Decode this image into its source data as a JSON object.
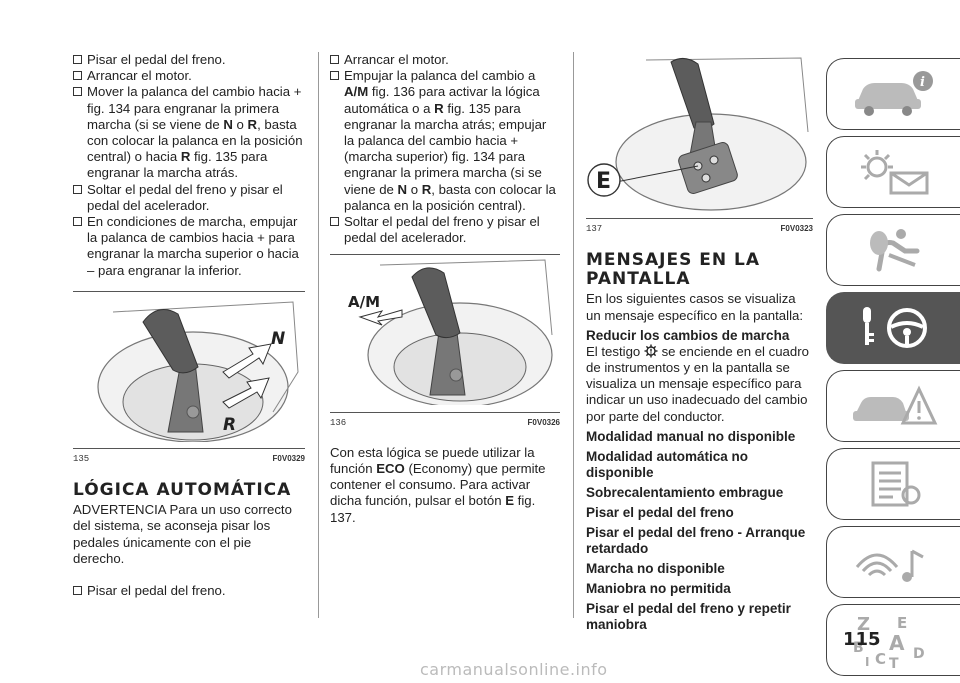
{
  "col1": {
    "steps_top": [
      "Pisar el pedal del freno.",
      "Arrancar el motor."
    ],
    "step3_a": "Mover la palanca del cambio hacia + fig. 134 para engranar la primera marcha (si se viene de ",
    "step3_n": "N",
    "step3_o": " o ",
    "step3_r": "R",
    "step3_b": ", basta con colocar la palanca en la posición central) o hacia ",
    "step3_r2": "R",
    "step3_c": " fig. 135 para engranar la marcha atrás.",
    "step4": "Soltar el pedal del freno y pisar el pedal del acelerador.",
    "step5": "En condiciones de marcha, empujar la palanca de cambios hacia + para engranar la marcha superior o hacia – para engranar la inferior.",
    "fig_num": "135",
    "fig_code": "F0V0329",
    "fig_label_n": "N",
    "fig_label_r": "R",
    "heading": "LÓGICA AUTOMÁTICA",
    "para": "ADVERTENCIA Para un uso correcto del sistema, se aconseja pisar los pedales únicamente con el pie derecho.",
    "step_last": "Pisar el pedal del freno."
  },
  "col2": {
    "step1": "Arrancar el motor.",
    "step2_a": "Empujar la palanca del cambio a ",
    "step2_am": "A/M",
    "step2_b": " fig. 136 para activar la lógica automática o a ",
    "step2_r": "R",
    "step2_c": " fig. 135 para engranar la marcha atrás; empujar la palanca del cambio hacia + (marcha superior) fig. 134 para engranar la primera marcha (si se viene de ",
    "step2_n": "N",
    "step2_o": " o ",
    "step2_r2": "R",
    "step2_d": ", basta con colocar la palanca en la posición central).",
    "step3": "Soltar el pedal del freno y pisar el pedal del acelerador.",
    "fig_num": "136",
    "fig_code": "F0V0326",
    "fig_label": "A/M",
    "para_a": "Con esta lógica se puede utilizar la función ",
    "para_eco": "ECO",
    "para_b": " (Economy) que permite contener el consumo. Para activar dicha función, pulsar el botón ",
    "para_e": "E",
    "para_c": " fig. 137."
  },
  "col3": {
    "fig_num": "137",
    "fig_code": "F0V0323",
    "fig_label": "E",
    "heading": "MENSAJES EN LA PANTALLA",
    "intro": "En los siguientes casos se visualiza un mensaje específico en la pantalla:",
    "sub1": "Reducir los cambios de marcha",
    "para_a": "El testigo ",
    "para_b": " se enciende en el cuadro de instrumentos y en la pantalla se visualiza un mensaje específico para indicar un uso inadecuado del cambio por parte del conductor.",
    "items": [
      "Modalidad manual no disponible",
      "Modalidad automática no disponible",
      "Sobrecalentamiento embrague",
      "Pisar el pedal del freno",
      "Pisar el pedal del freno - Arranque retardado",
      "Marcha no disponible",
      "Maniobra no permitida",
      "Pisar el pedal del freno y repetir maniobra"
    ]
  },
  "sidebar": {
    "tabs": [
      "car-info-icon",
      "warning-lights-icon",
      "airbag-seat-icon",
      "steering-key-icon",
      "emergency-triangle-icon",
      "maintenance-list-icon",
      "multimedia-icon",
      "alphabetical-index-icon"
    ],
    "active_index": 3,
    "index_letters": [
      "Z",
      "E",
      "B",
      "A",
      "C",
      "D",
      "T",
      "I"
    ]
  },
  "page_number": "115",
  "watermark": "carmanualsonline.info"
}
